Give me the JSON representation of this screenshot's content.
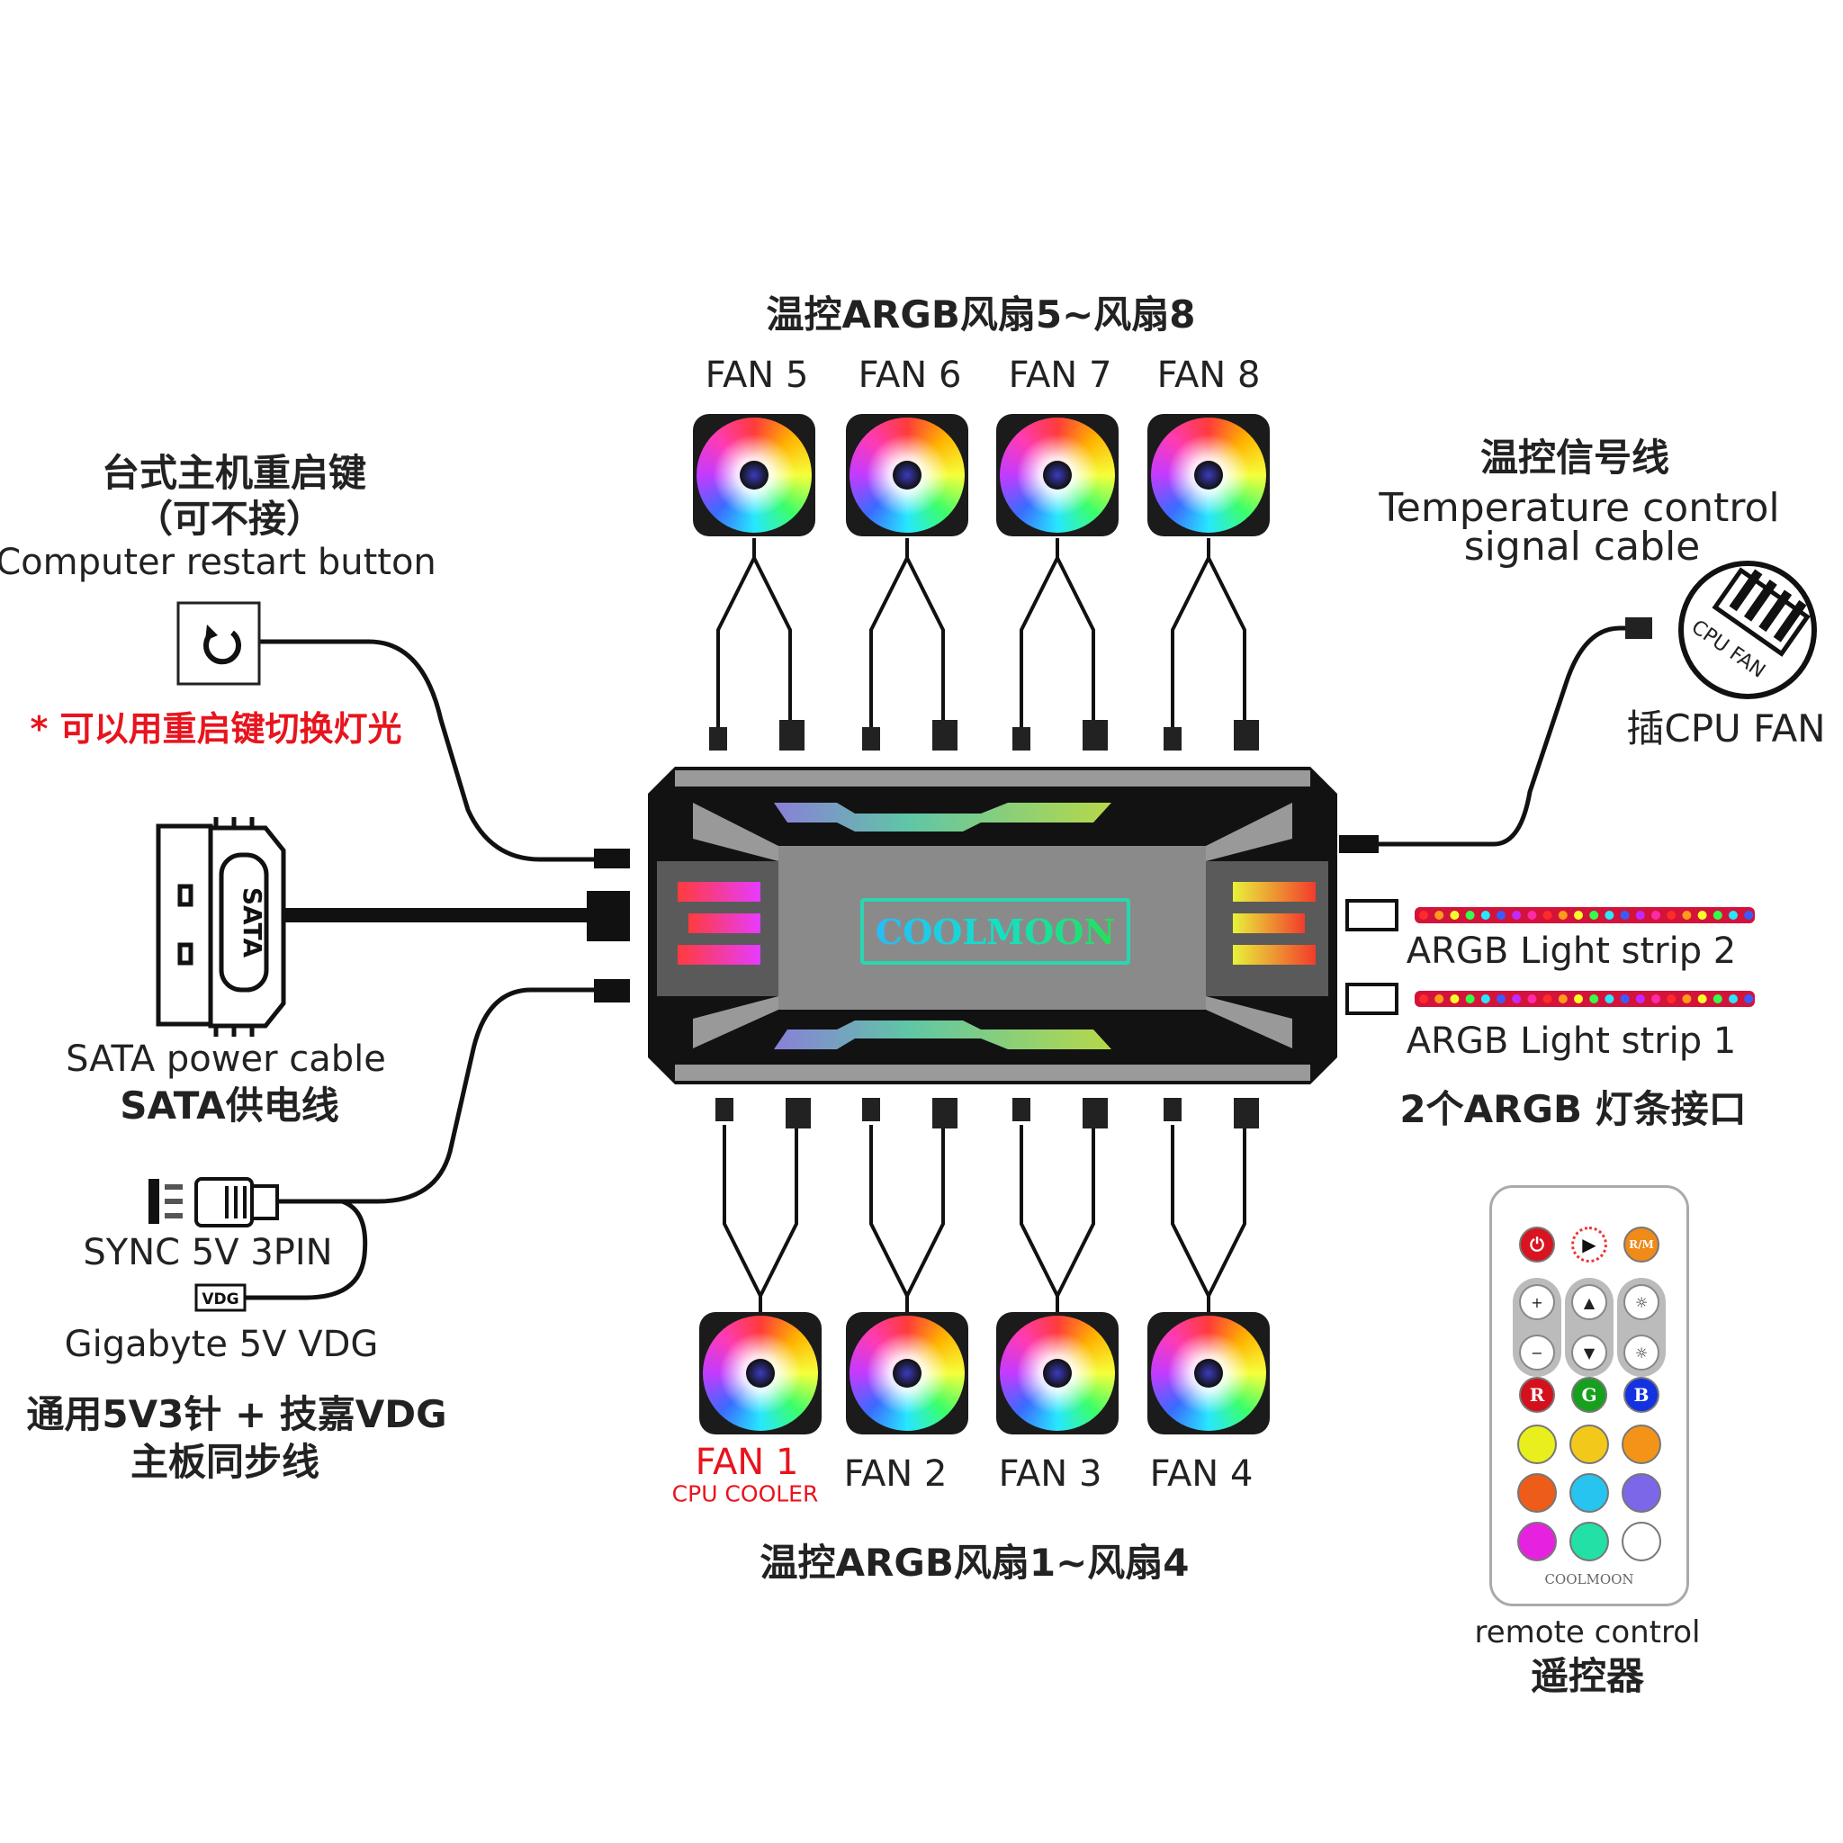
{
  "top_group": {
    "title": "温控ARGB风扇5~风扇8",
    "fans": [
      {
        "label": "FAN 5"
      },
      {
        "label": "FAN 6"
      },
      {
        "label": "FAN 7"
      },
      {
        "label": "FAN 8"
      }
    ]
  },
  "bottom_group": {
    "title": "温控ARGB风扇1~风扇4",
    "fans": [
      {
        "label": "FAN 1",
        "sublabel": "CPU COOLER"
      },
      {
        "label": "FAN 2"
      },
      {
        "label": "FAN 3"
      },
      {
        "label": "FAN 4"
      }
    ]
  },
  "hub": {
    "brand": "COOLMOON"
  },
  "restart": {
    "title_cn": "台式主机重启键",
    "optional_cn": "（可不接）",
    "title_en": "Computer restart button",
    "note": "* 可以用重启键切换灯光",
    "icon": "restart-icon"
  },
  "sata": {
    "connector_text": "SATA",
    "label_en": "SATA power cable",
    "label_cn": "SATA供电线"
  },
  "sync": {
    "label_3pin": "SYNC 5V 3PIN",
    "vdg_tag": "VDG",
    "label_vdg": "Gigabyte 5V VDG",
    "caption_line1": "通用5V3针 + 技嘉VDG",
    "caption_line2": "主板同步线"
  },
  "temp_signal": {
    "title_cn": "温控信号线",
    "title_en_line1": "Temperature control",
    "title_en_line2": "signal cable",
    "cpu_fan_badge": "CPU FAN",
    "plug_label": "插CPU FAN"
  },
  "strips": {
    "strip2": "ARGB Light strip 2",
    "strip1": "ARGB Light strip 1",
    "caption": "2个ARGB 灯条接口"
  },
  "remote": {
    "label_en": "remote control",
    "label_cn": "遥控器",
    "brand": "COOLMOON",
    "top_buttons": [
      "power",
      "play",
      "R/M"
    ],
    "rgb_buttons": [
      "R",
      "G",
      "B"
    ],
    "colors": [
      "#e8ef1c",
      "#f2c81a",
      "#f39419",
      "#ee5c1a",
      "#27c4ef",
      "#7b67e8",
      "#e622e0",
      "#23e0a6",
      "#ffffff"
    ]
  }
}
